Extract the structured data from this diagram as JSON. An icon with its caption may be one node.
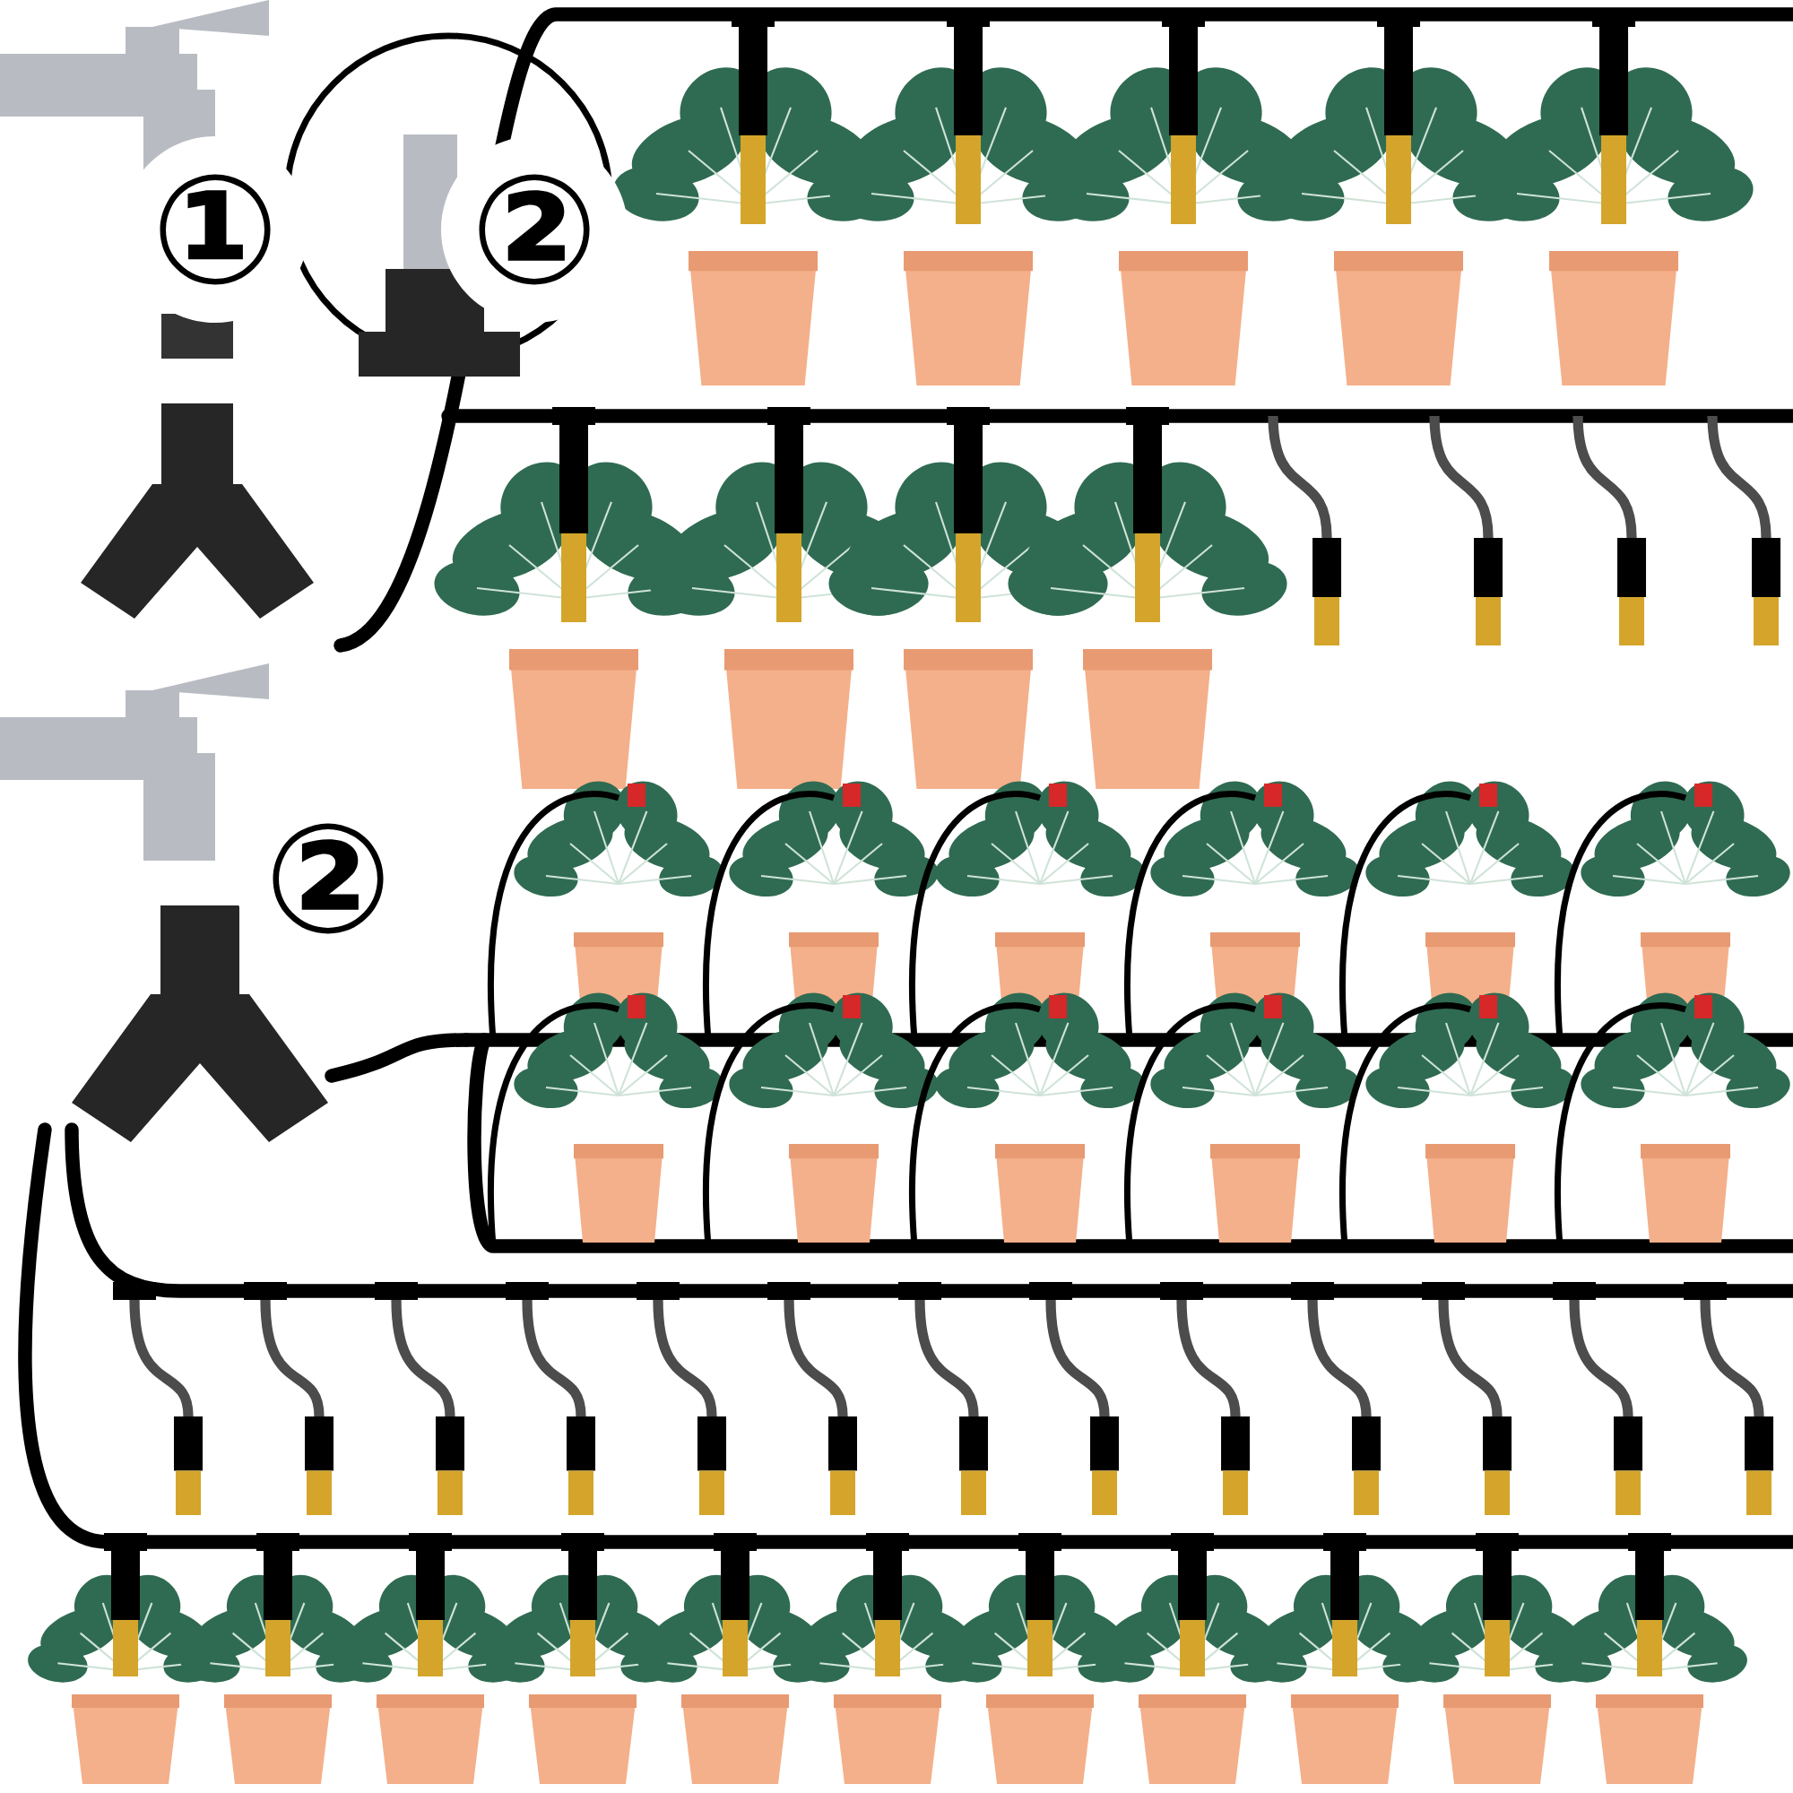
{
  "diagram": {
    "labels": [
      "①",
      "②",
      "②"
    ]
  }
}
